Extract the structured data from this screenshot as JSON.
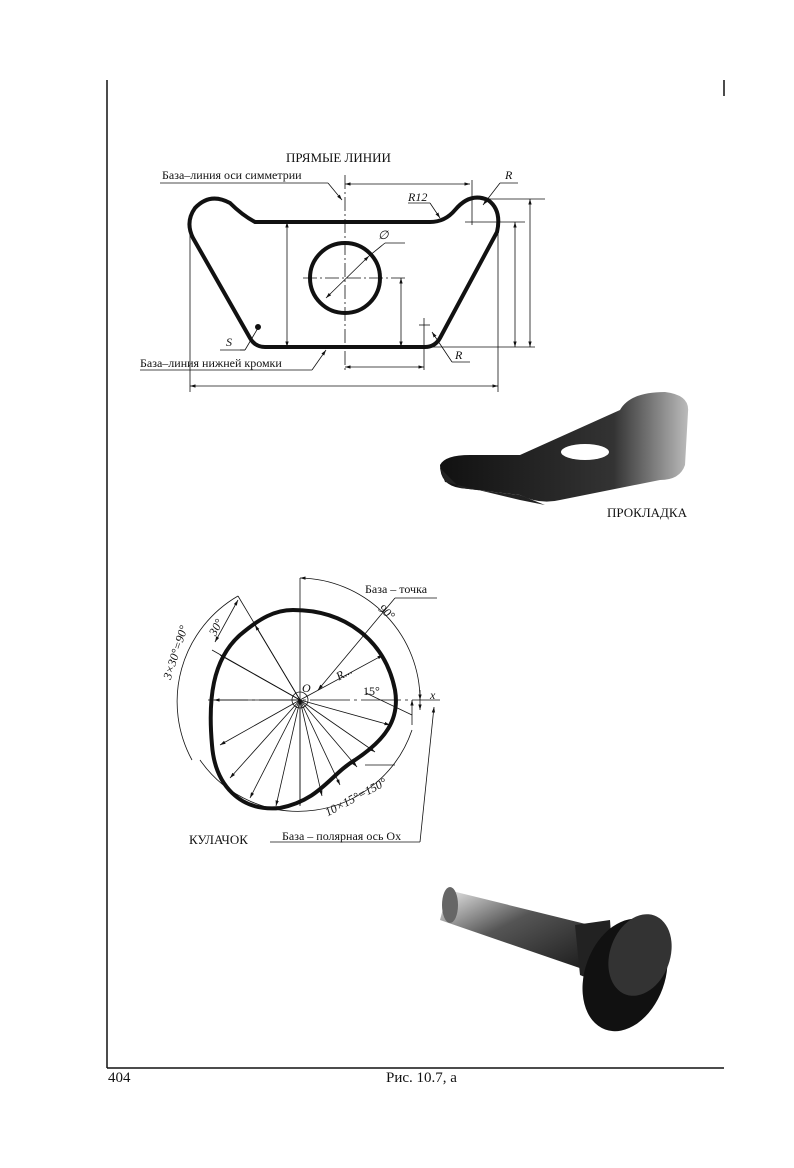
{
  "figure1": {
    "title": "ПРЯМЫЕ ЛИНИИ",
    "label_symmetry_axis": "База–линия оси симметрии",
    "label_bottom_edge": "База–линия нижней кромки",
    "label_r12": "R12",
    "label_r_top": "R",
    "label_r_bottom": "R",
    "label_diameter": "∅",
    "label_s": "S",
    "part_name": "ПРОКЛАДКА"
  },
  "figure2": {
    "label_base_point": "База – точка",
    "label_90": "90°",
    "label_30": "30°",
    "label_3x30": "3×30°=90°",
    "label_r": "R...",
    "label_o": "O",
    "label_15": "15°",
    "label_x": "x",
    "label_10x15": "10×15°=150°",
    "label_polar_axis": "База – полярная ось Ox",
    "part_name": "КУЛАЧОК"
  },
  "footer": {
    "page_number": "404",
    "caption": "Рис. 10.7, а"
  }
}
